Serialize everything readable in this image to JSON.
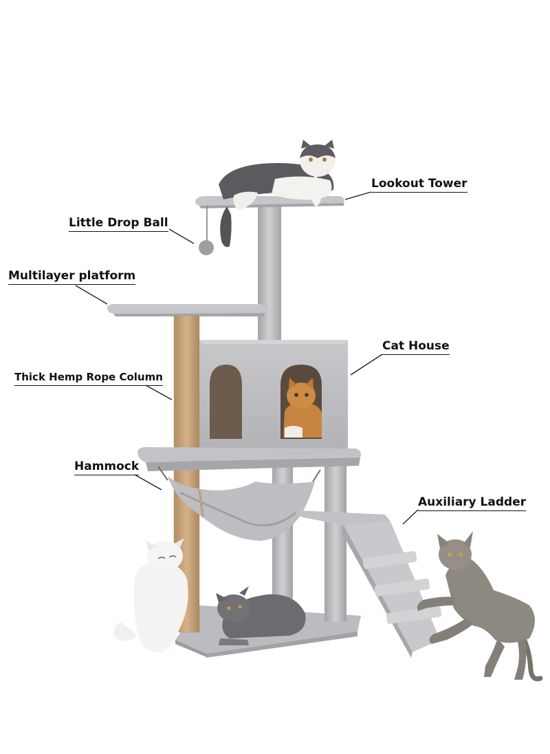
{
  "labels": {
    "lookout_tower": "Lookout Tower",
    "little_drop_ball": "Little Drop Ball",
    "multilayer_platform": "Multilayer platform",
    "cat_house": "Cat House",
    "thick_hemp_rope_column": "Thick Hemp Rope Column",
    "hammock": "Hammock",
    "auxiliary_ladder": "Auxiliary Ladder"
  },
  "colors": {
    "plush": "#c9c9cc",
    "plush_shadow": "#a9a9ad",
    "sisal": "#c9a47a",
    "text": "#111111"
  }
}
